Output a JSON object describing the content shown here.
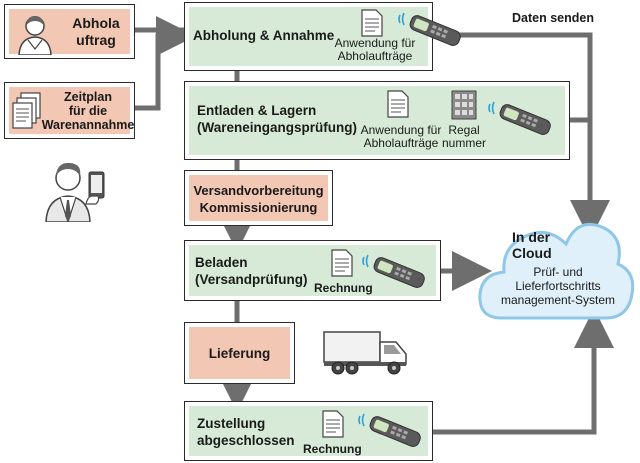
{
  "left": {
    "pickup_order": "Abhola\nuftrag",
    "schedule": "Zeitplan\nfür die\nWarenannahme"
  },
  "top_label": "Daten senden",
  "steps": [
    {
      "title": "Abholung & Annahme",
      "doc_caption": "Anwendung für\nAbholaufträge"
    },
    {
      "title": "Entladen & Lagern\n(Wareneingangsprüfung)",
      "doc_caption": "Anwendung für\nAbholaufträge",
      "rack_caption": "Regal\nnummer"
    },
    {
      "title": "Versandvorbereitung\nKommissionierung"
    },
    {
      "title": "Beladen\n(Versandprüfung)",
      "doc_caption": "Rechnung"
    },
    {
      "title": "Lieferung"
    },
    {
      "title": "Zustellung\nabgeschlossen",
      "doc_caption": "Rechnung"
    }
  ],
  "cloud": {
    "title": "In der\nCloud",
    "system": "Prüf- und\nLieferfortschritts\nmanagement-System"
  },
  "colors": {
    "green": "#d7ead8",
    "peach": "#f2c7b4",
    "arrow": "#6e6e6e",
    "cloud_fill": "#dff0fa",
    "cloud_stroke": "#8ec7e8"
  },
  "icons": [
    "person-icon",
    "document-stack-icon",
    "document-icon",
    "handheld-scanner-icon",
    "rack-icon",
    "person-with-phone-icon",
    "truck-icon",
    "cloud-icon"
  ]
}
